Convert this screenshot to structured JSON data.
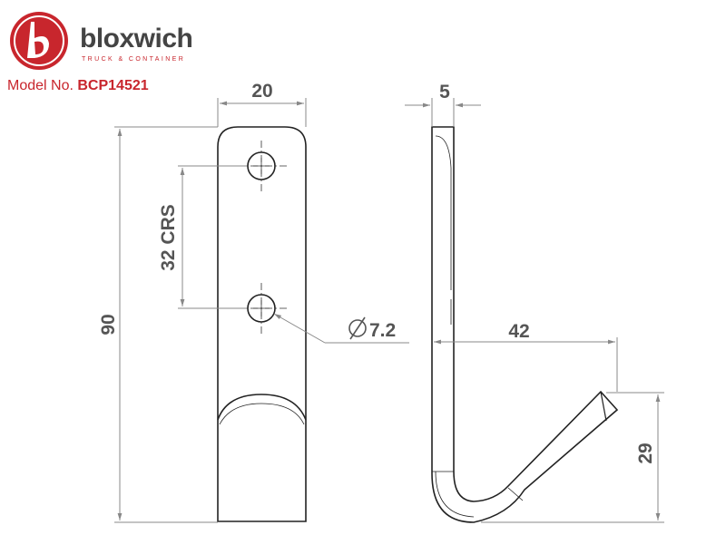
{
  "brand": {
    "name": "bloxwich",
    "tagline": "TRUCK & CONTAINER"
  },
  "model": {
    "label": "Model No.",
    "number": "BCP14521"
  },
  "dimensions": {
    "width": "20",
    "thickness": "5",
    "length": "90",
    "hole_centres": "32 CRS",
    "hole_diameter": "7.2",
    "hook_reach": "42",
    "hook_rise": "29"
  },
  "colors": {
    "brand_red": "#c8262d",
    "line": "#222222",
    "dim_line": "#888888"
  }
}
